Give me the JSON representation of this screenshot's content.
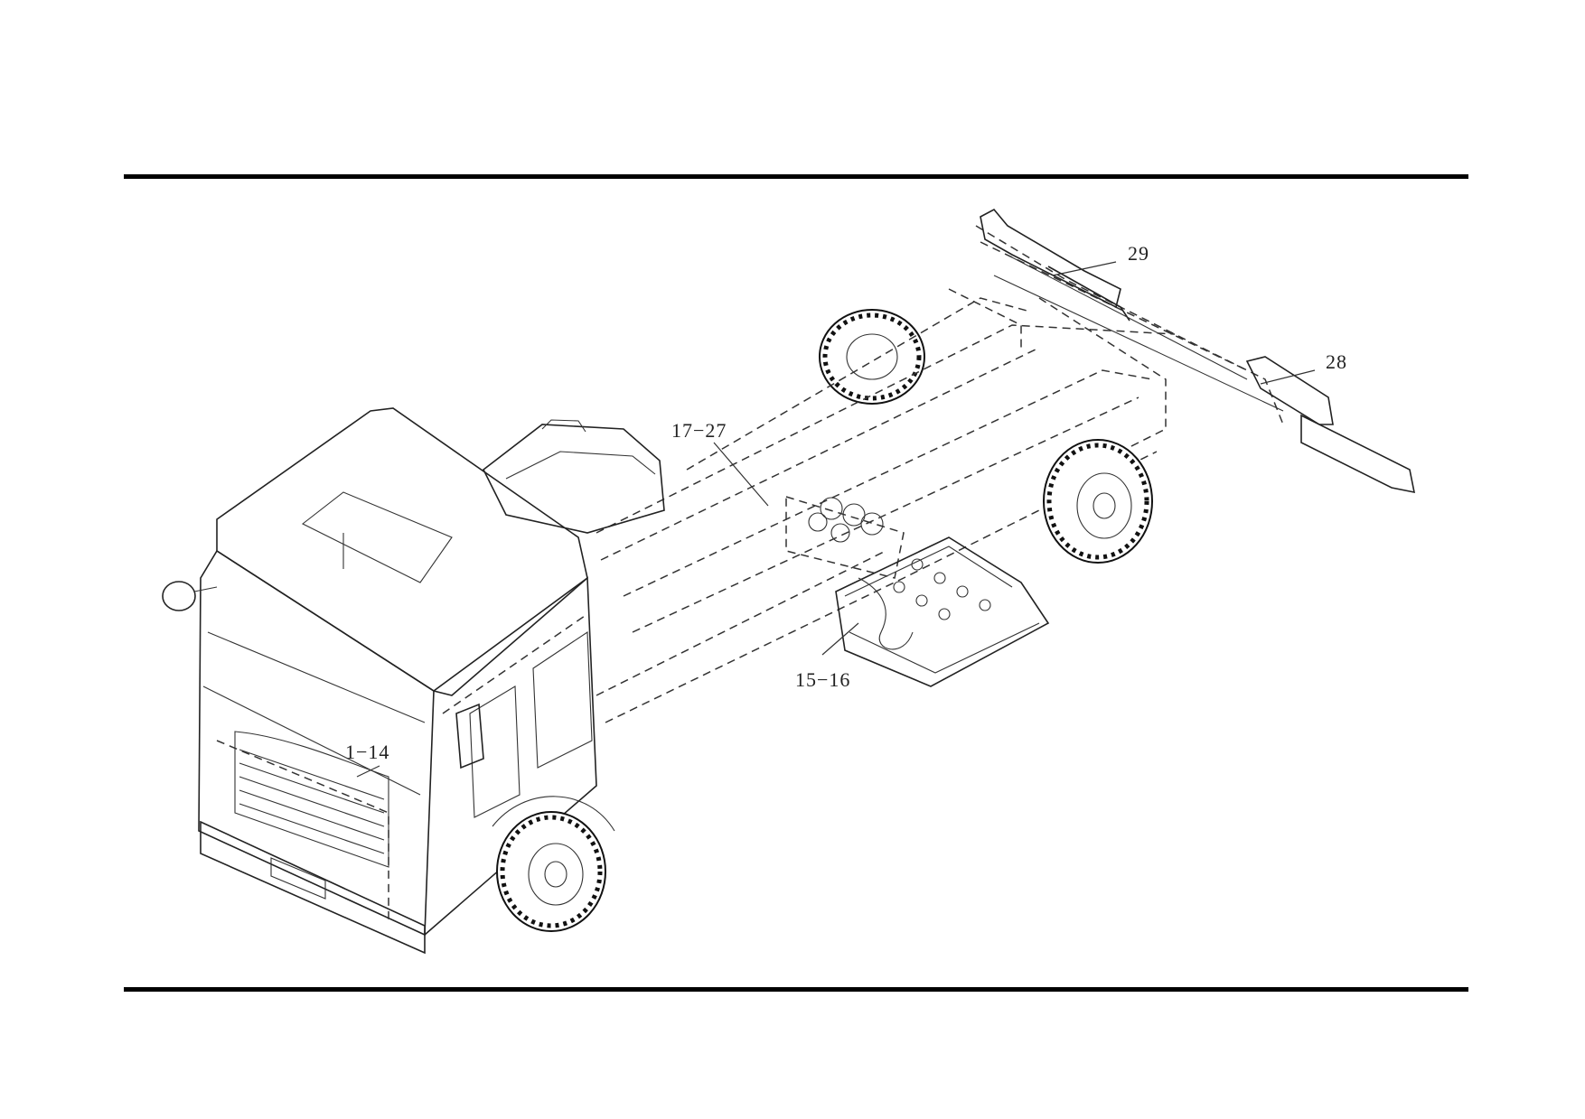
{
  "figure": {
    "callouts": [
      {
        "id": "c29",
        "label": "29"
      },
      {
        "id": "c28",
        "label": "28"
      },
      {
        "id": "c17",
        "label": "17−27"
      },
      {
        "id": "c15",
        "label": "15−16"
      },
      {
        "id": "c1",
        "label": "1−14"
      }
    ]
  }
}
